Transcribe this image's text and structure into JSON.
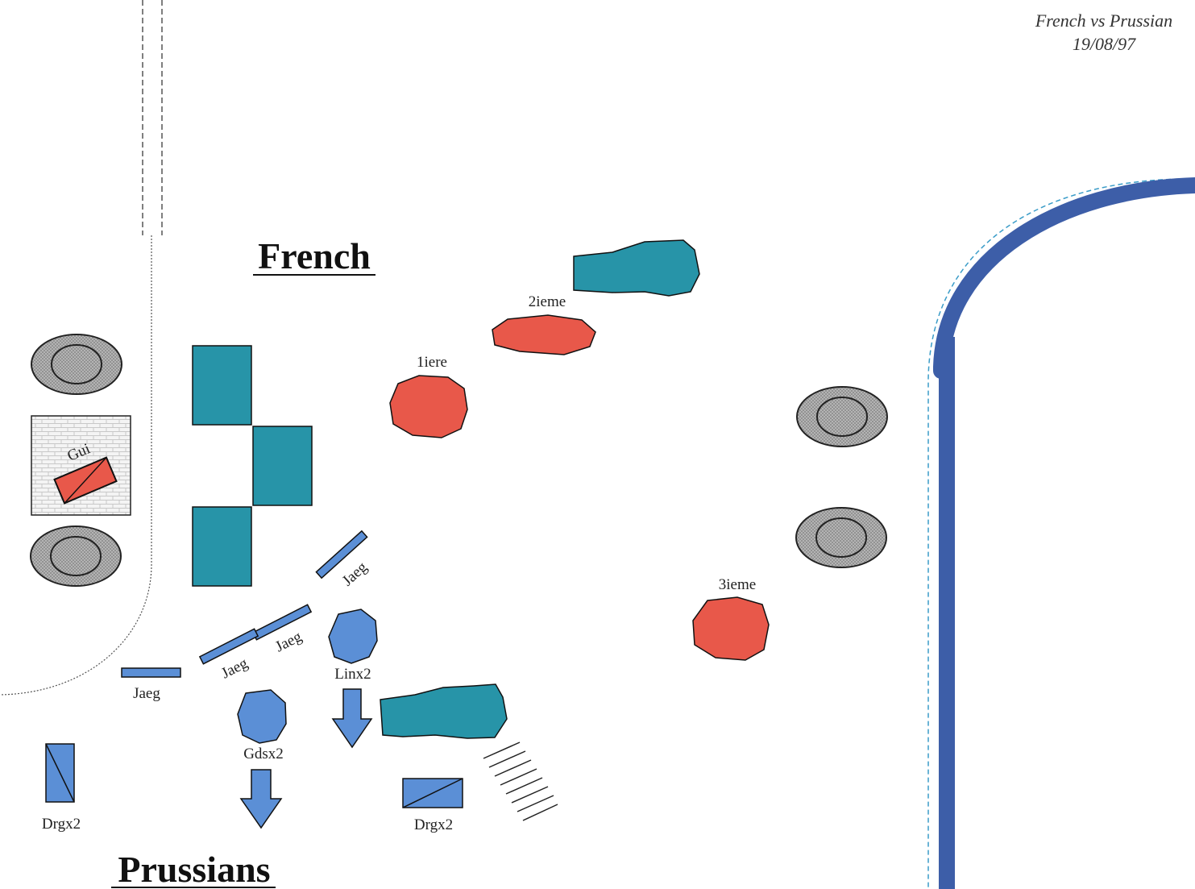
{
  "header": {
    "title": "French vs Prussian",
    "date": "19/08/97"
  },
  "sides": {
    "french": "French",
    "prussians": "Prussians"
  },
  "french_units": {
    "premier": "1iere",
    "deuxieme": "2ieme",
    "troisieme": "3ieme",
    "artillery": "Gui"
  },
  "prussian_units": {
    "jaeger_upper": "Jaeg",
    "jaeger_mid_right": "Jaeg",
    "jaeger_mid_left": "Jaeg",
    "jaeger_left": "Jaeg",
    "line": "Linx2",
    "guards": "Gdsx2",
    "dragoons_left": "Drgx2",
    "dragoons_right": "Drgx2"
  },
  "colors": {
    "french_unit": "#e8584a",
    "prussian_unit": "#5b8fd6",
    "woods": "#2794a8",
    "river": "#3d5ea8",
    "river_dashed": "#3a9cc8",
    "hill": "#a8a8a8"
  }
}
